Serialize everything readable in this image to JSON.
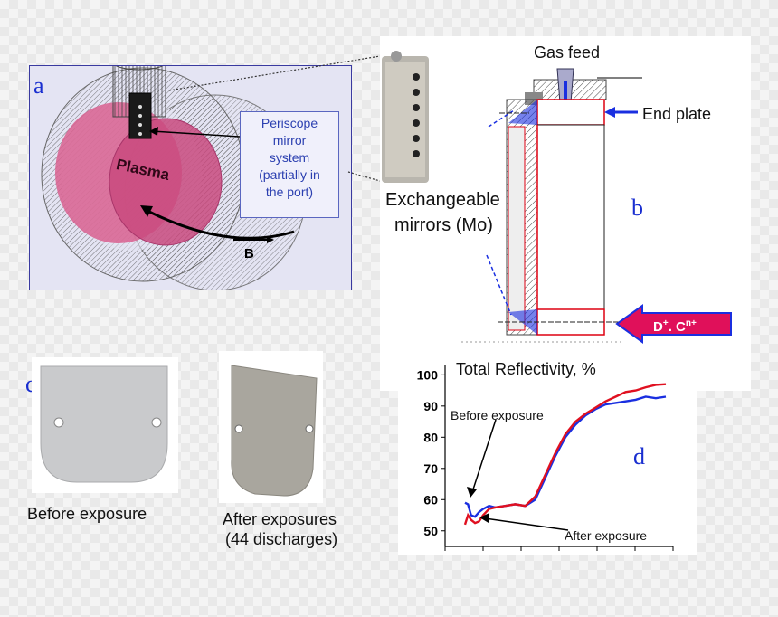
{
  "panel_labels": {
    "a": "a",
    "b": "b",
    "c": "c",
    "d": "d"
  },
  "panel_a": {
    "plasma_label": "Plasma",
    "periscope_callout": [
      "Periscope",
      "mirror",
      "system",
      "(partially in",
      "the port)"
    ],
    "field_label": "B"
  },
  "panel_b": {
    "gas_feed": "Gas feed",
    "end_plate": "End plate",
    "mirrors_line1": "Exchangeable",
    "mirrors_line2": "mirrors (Mo)",
    "ion_flux_main": "D",
    "ion_flux_sup1": "+",
    "ion_flux_mid": ". C",
    "ion_flux_sup2": "n+"
  },
  "panel_c": {
    "before_caption": "Before exposure",
    "after_caption_line1": "After exposures",
    "after_caption_line2": "(44 discharges)"
  },
  "colors": {
    "panel_label": "#1a2fd0",
    "plasma": "#d9608f",
    "before_curve": "#1a2fe0",
    "after_curve": "#e01020",
    "flux_arrow": "#e0105a"
  },
  "chart_data": {
    "type": "line",
    "title": "Total Reflectivity, %",
    "xlabel": "",
    "ylabel": "",
    "ylim": [
      45,
      103
    ],
    "yticks": [
      50,
      60,
      70,
      80,
      90,
      100
    ],
    "xlim": [
      0,
      10
    ],
    "annotations": [
      "Before exposure",
      "After exposure"
    ],
    "series": [
      {
        "name": "Before exposure",
        "color": "#1a2fe0",
        "x": [
          0.0,
          0.15,
          0.3,
          0.5,
          0.7,
          0.9,
          1.2,
          1.5,
          2.0,
          2.5,
          3.0,
          3.5,
          4.0,
          4.5,
          5.0,
          5.5,
          6.0,
          6.5,
          7.0,
          7.5,
          8.0,
          8.5,
          9.0,
          9.5,
          10.0
        ],
        "y": [
          59,
          58.5,
          55,
          54.5,
          56,
          57,
          58,
          57.5,
          58,
          58.5,
          58,
          60,
          67,
          74,
          80,
          84,
          87,
          89,
          90.5,
          91,
          91.5,
          92,
          93,
          92.5,
          93
        ]
      },
      {
        "name": "After exposure",
        "color": "#e01020",
        "x": [
          0.0,
          0.15,
          0.3,
          0.5,
          0.7,
          0.9,
          1.2,
          1.5,
          2.0,
          2.5,
          3.0,
          3.5,
          4.0,
          4.5,
          5.0,
          5.5,
          6.0,
          6.5,
          7.0,
          7.5,
          8.0,
          8.5,
          9.0,
          9.5,
          10.0
        ],
        "y": [
          52,
          55,
          53.5,
          52.5,
          53,
          55,
          57,
          57.5,
          58,
          58.5,
          58,
          61,
          68,
          75,
          81,
          85,
          87.5,
          89.5,
          91.5,
          93,
          94.5,
          95,
          96,
          96.8,
          97
        ]
      }
    ]
  }
}
